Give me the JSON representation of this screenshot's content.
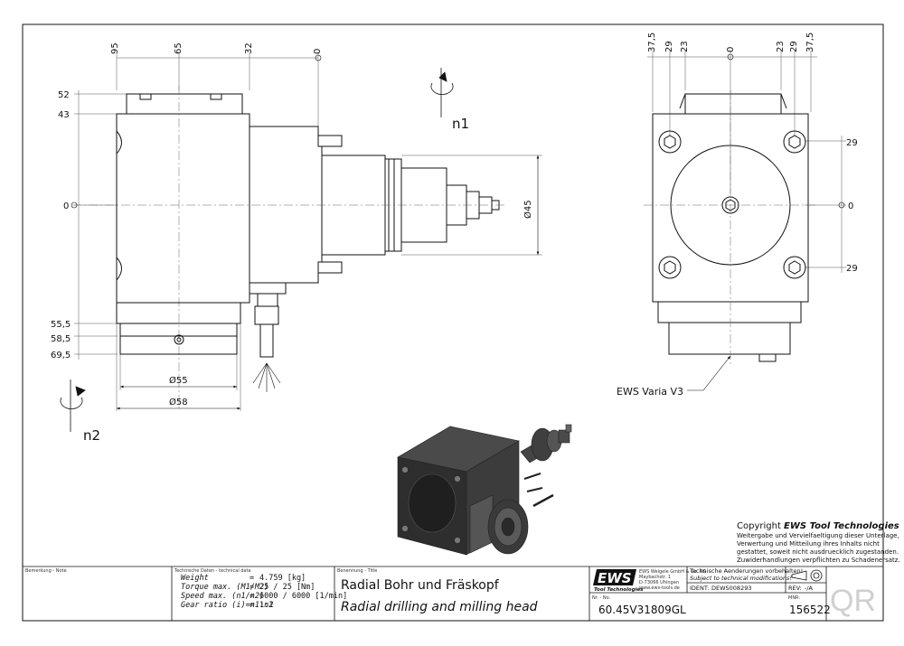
{
  "side_view": {
    "top_dims": [
      "95",
      "65",
      "32",
      "0"
    ],
    "left_dims": [
      "52",
      "43",
      "0",
      "55,5",
      "58,5",
      "69,5"
    ],
    "diam_45": "Ø45",
    "diam_55": "Ø55",
    "diam_58": "Ø58",
    "rotation_n1": "n1",
    "rotation_n2": "n2"
  },
  "front_view": {
    "top_dims": [
      "37,5",
      "29",
      "23",
      "0",
      "23",
      "29",
      "37,5"
    ],
    "right_dims": [
      "29",
      "0",
      "29"
    ],
    "callout": "EWS Varia V3"
  },
  "copyright": {
    "prefix": "Copyright ",
    "brand": "EWS Tool Technologies",
    "lines": [
      "Weitergabe und Vervielfaeltigung dieser Unterlage,",
      "Verwertung und Mitteilung ihres Inhalts nicht",
      "gestattet, soweit nicht ausdruecklich zugestanden.",
      "Zuwiderhandlungen verpflichten zu Schadenersatz."
    ]
  },
  "title_block": {
    "note_label": "Bemerkung - Note",
    "tech_label": "Technische Daten - technical data",
    "tech_rows": [
      {
        "label": "Weight",
        "eq": "=",
        "value": "4.759 [kg]"
      },
      {
        "label": "Torque max. (M1/M2)",
        "eq": "=",
        "value": "25 / 25 [Nm]"
      },
      {
        "label": "Speed max. (n1/n2)",
        "eq": "=",
        "value": "6000 / 6000 [1/min]"
      },
      {
        "label": "Gear ratio (i)=n1:n2",
        "eq": "=",
        "value": "1:1"
      }
    ],
    "title_label": "Benennung - Title",
    "title_de": "Radial Bohr und Fräskopf",
    "title_en": "Radial drilling and milling head",
    "logo": "EWS",
    "logo_sub": "Tool Technologies",
    "company_lines": [
      "EWS Weigele GmbH & Co. KG",
      "Maybachstr. 1",
      "D-73066 Uhingen",
      "www.ews-tools.de"
    ],
    "change_notice_de": "Technische Aenderungen vorbehalten!",
    "change_notice_en": "Subject to technical modifications!",
    "ident_label": "IDENT:",
    "ident_value": "DEWS008293",
    "rev_label": "REV:",
    "rev_value": "-/A",
    "nr_label": "Nr. - No.",
    "nr_value": "60.45V31809GL",
    "mnr_label": "MNR:",
    "mnr_value": "156522",
    "qr": "QR"
  }
}
